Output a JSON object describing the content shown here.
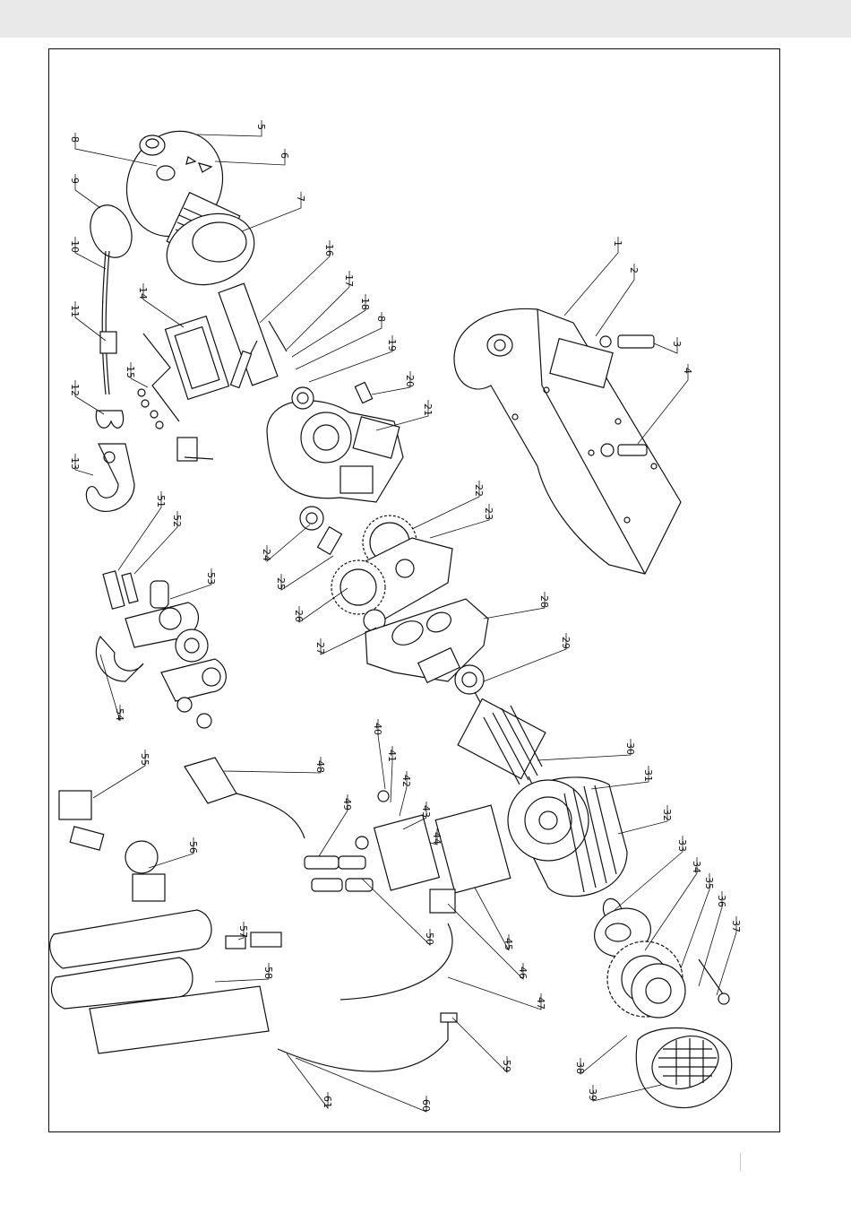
{
  "callouts": [
    {
      "n": "5"
    },
    {
      "n": "6"
    },
    {
      "n": "7"
    },
    {
      "n": "8"
    },
    {
      "n": "9"
    },
    {
      "n": "10"
    },
    {
      "n": "11"
    },
    {
      "n": "12"
    },
    {
      "n": "13"
    },
    {
      "n": "14"
    },
    {
      "n": "15"
    },
    {
      "n": "16"
    },
    {
      "n": "17"
    },
    {
      "n": "18"
    },
    {
      "n": "8"
    },
    {
      "n": "19"
    },
    {
      "n": "20"
    },
    {
      "n": "21"
    },
    {
      "n": "1"
    },
    {
      "n": "2"
    },
    {
      "n": "3"
    },
    {
      "n": "4"
    },
    {
      "n": "22"
    },
    {
      "n": "23"
    },
    {
      "n": "24"
    },
    {
      "n": "25"
    },
    {
      "n": "26"
    },
    {
      "n": "27"
    },
    {
      "n": "28"
    },
    {
      "n": "29"
    },
    {
      "n": "51"
    },
    {
      "n": "52"
    },
    {
      "n": "53"
    },
    {
      "n": "54"
    },
    {
      "n": "30"
    },
    {
      "n": "31"
    },
    {
      "n": "32"
    },
    {
      "n": "33"
    },
    {
      "n": "34"
    },
    {
      "n": "35"
    },
    {
      "n": "36"
    },
    {
      "n": "37"
    },
    {
      "n": "38"
    },
    {
      "n": "39"
    },
    {
      "n": "40"
    },
    {
      "n": "41"
    },
    {
      "n": "42"
    },
    {
      "n": "43"
    },
    {
      "n": "44"
    },
    {
      "n": "45"
    },
    {
      "n": "46"
    },
    {
      "n": "47"
    },
    {
      "n": "48"
    },
    {
      "n": "49"
    },
    {
      "n": "50"
    },
    {
      "n": "55"
    },
    {
      "n": "56"
    },
    {
      "n": "57"
    },
    {
      "n": "58"
    },
    {
      "n": "59"
    },
    {
      "n": "60"
    },
    {
      "n": "61"
    }
  ],
  "colors": {
    "line": "#111111",
    "header_bar": "#e9e9ea",
    "background": "#ffffff"
  }
}
